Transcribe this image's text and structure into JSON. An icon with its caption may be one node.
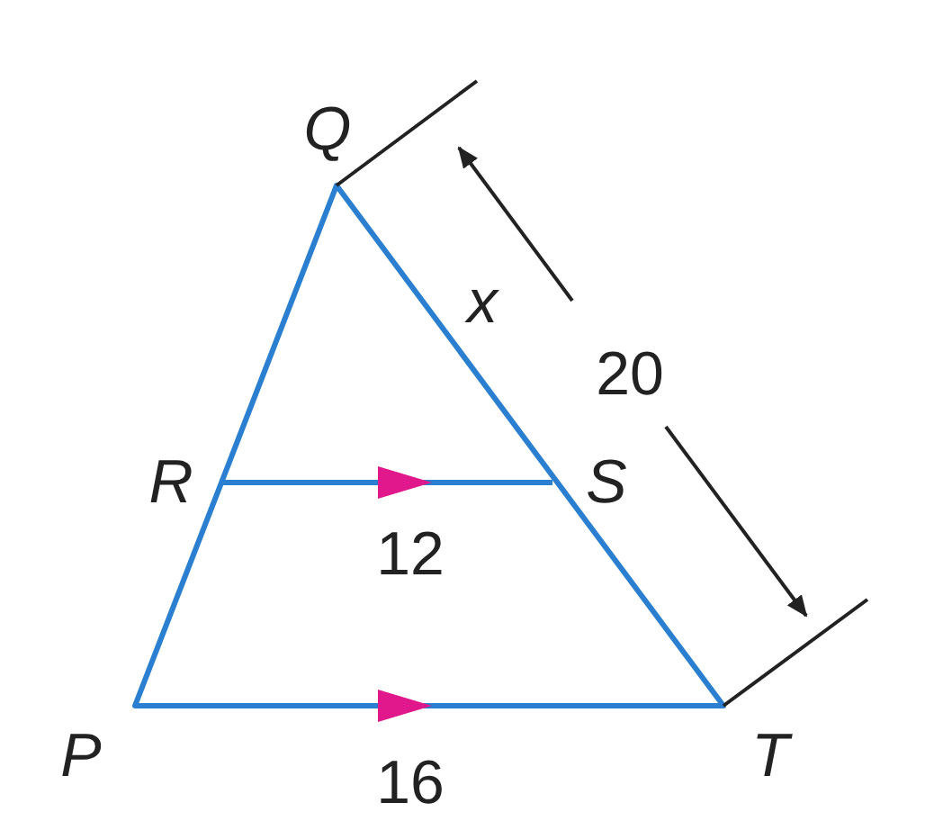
{
  "diagram": {
    "labels": [
      "Q",
      "x",
      "20",
      "R",
      "S",
      "12",
      "P",
      "16",
      "T"
    ]
  }
}
